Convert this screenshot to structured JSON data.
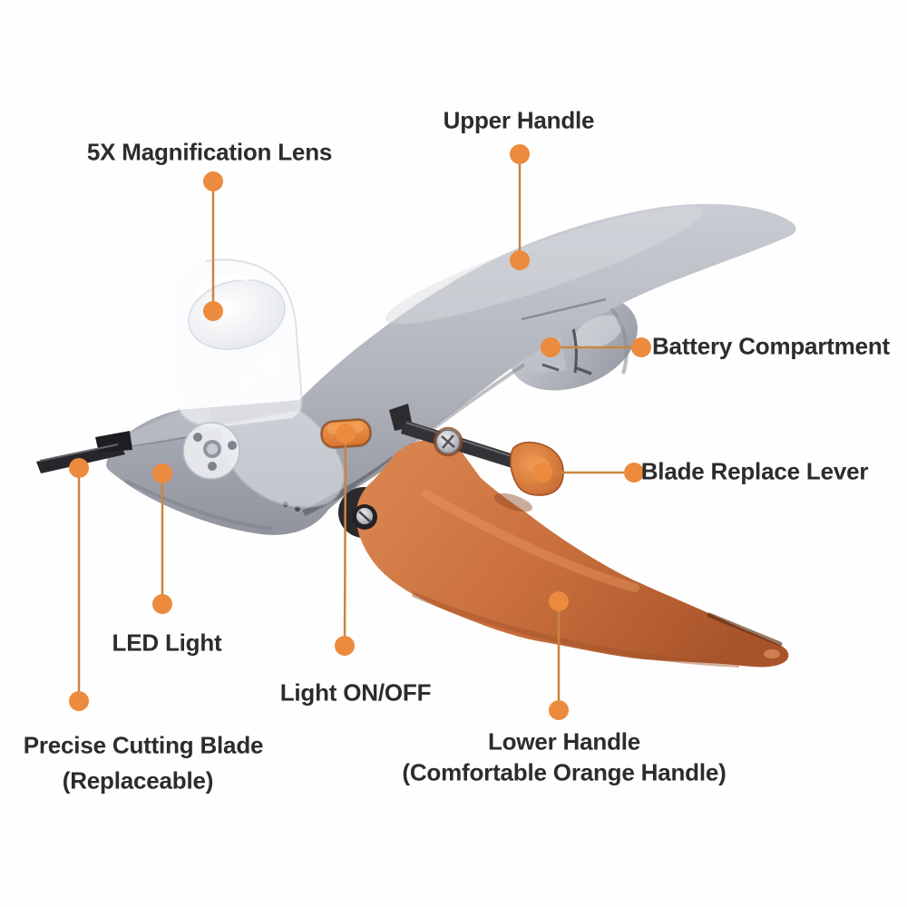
{
  "labels": {
    "magnification_lens": "5X Magnification Lens",
    "upper_handle": "Upper Handle",
    "battery_compartment": "Battery Compartment",
    "blade_replace_lever": "Blade Replace Lever",
    "led_light": "LED Light",
    "light_on_off": "Light ON/OFF",
    "cutting_blade_line1": "Precise Cutting Blade",
    "cutting_blade_line2": "(Replaceable)",
    "lower_handle_line1": "Lower Handle",
    "lower_handle_line2": "(Comfortable Orange Handle)"
  },
  "colors": {
    "accent_orange_dot": "#ec8b3e",
    "callout_line": "#c98540",
    "label_text": "#2c2c2c",
    "body_gray": "#b0b3bb",
    "handle_orange": "#c96f3d",
    "lens_clear": "#f4f6f9",
    "blade_black": "#27272b",
    "background": "#ffffff"
  }
}
